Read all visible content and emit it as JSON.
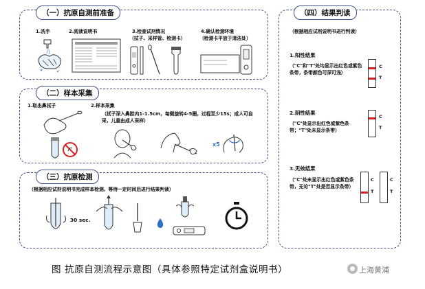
{
  "sections": {
    "prep": {
      "title": "（一）抗原自测前准备",
      "steps": [
        {
          "label": "1.洗手"
        },
        {
          "label": "2.阅读说明书"
        },
        {
          "label": "3.检查试剂情况",
          "sub": "（拭子、采样管、检测卡）"
        },
        {
          "label": "4.确认检测环境",
          "sub": "（检测卡平放于清洁处）"
        }
      ]
    },
    "sampling": {
      "title": "（二）样本采集",
      "step1": "1.取出鼻拭子",
      "step2": "2.样本采集",
      "note": "（拭子深入鼻腔内1-1.5cm，每侧旋转4-5圈，过程至少15s；成人可自采，儿童由成人采样）",
      "times": "x5"
    },
    "testing": {
      "title": "（三）抗原检测",
      "note": "（根据相应试剂说明书完成样本检测，等待一定时间后进行结果判读）",
      "duration": "30 sec."
    },
    "results": {
      "title": "（四）结果判读",
      "note": "（根据相应试剂说明书进行判读）",
      "positive": {
        "heading": "1.阳性结果",
        "desc": "（\"C\"和\"T\"处均显示出红色或紫色条带，条带颜色可深可浅）"
      },
      "negative": {
        "heading": "2.阴性结果",
        "desc": "（\"C\"处显示出红色或紫色条带；\"T\"处未显示条带）"
      },
      "invalid": {
        "heading": "3.无效结果",
        "desc": "（\"C\"处未显示出红色或紫色条带，无论\"T\"处是否显示条带）"
      },
      "line_c": "C",
      "line_t": "T"
    }
  },
  "caption": "图 抗原自测流程示意图（具体参照特定试剂盒说明书）",
  "watermark": "上海黄浦",
  "colors": {
    "border": "#3d4f86",
    "band": "#d62020"
  }
}
